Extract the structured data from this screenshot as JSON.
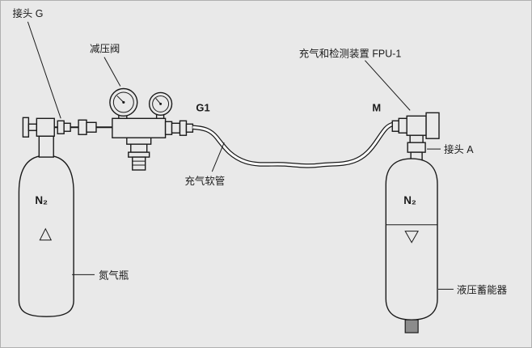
{
  "labels": {
    "connector_g": "接头 G",
    "reducing_valve": "减压阀",
    "port_g1": "G1",
    "fpu_device": "充气和检测装置 FPU-1",
    "port_m": "M",
    "connector_a": "接头 A",
    "charging_hose": "充气软管",
    "nitrogen_bottle": "氮气瓶",
    "hydraulic_accumulator": "液压蓄能器",
    "gas_n2_left": "N₂",
    "gas_n2_right": "N₂"
  },
  "colors": {
    "line": "#1a1a1a",
    "background": "#e9e9e9",
    "port_fill": "#8c8c8c",
    "hose_inner": "#ffffff"
  }
}
